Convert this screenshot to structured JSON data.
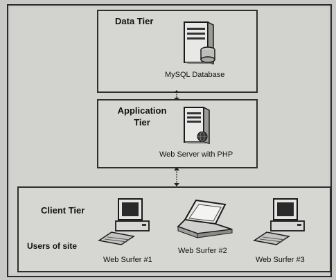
{
  "tiers": {
    "data": {
      "title": "Data Tier",
      "component": "MySQL Database"
    },
    "application": {
      "title_line1": "Application",
      "title_line2": "Tier",
      "component": "Web Server with PHP"
    },
    "client": {
      "title": "Client Tier",
      "users_label": "Users of site",
      "clients": [
        {
          "label": "Web Surfer #1"
        },
        {
          "label": "Web Surfer #2"
        },
        {
          "label": "Web Surfer #3"
        }
      ]
    }
  },
  "icons": {
    "server": "server-tower-icon",
    "database": "database-cylinder-icon",
    "globe": "globe-icon",
    "desktop": "desktop-computer-icon",
    "laptop": "laptop-icon",
    "connector": "double-arrow-icon"
  }
}
